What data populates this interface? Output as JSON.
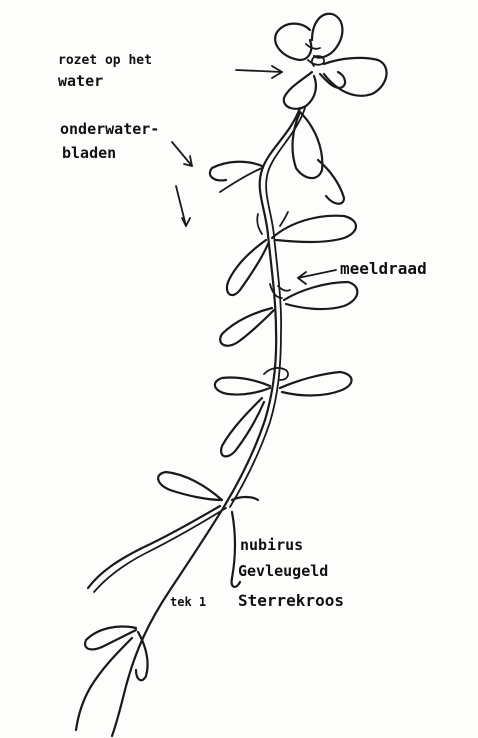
{
  "labels": {
    "rosette": "rozet op het water",
    "rosette_line1": "rozet op het",
    "rosette_line2": "water",
    "underwater": "onderwater-bladen",
    "underwater_line1": "onderwater-",
    "underwater_line2": "bladen",
    "stamen": "meeldraad",
    "signature_line1": "nubirus",
    "signature_line2": "Gevleugeld",
    "caption_prefix": "tek 1",
    "caption_name": "Sterrekroos"
  },
  "colors": {
    "paper": "#fdfdfb",
    "ink": "#1a1a1a"
  }
}
